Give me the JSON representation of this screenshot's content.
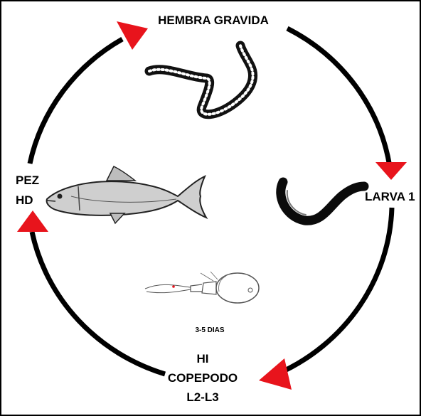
{
  "diagram": {
    "stages": {
      "top": "HEMBRA GRAVIDA",
      "right": "LARVA 1",
      "left_line1": "PEZ",
      "left_line2": "HD",
      "bottom_line1": "HI",
      "bottom_line2": "COPEPODO",
      "bottom_line3": "L2-L3"
    },
    "duration_note": "3-5 DIAS",
    "colors": {
      "arrow": "#e8141c",
      "cycle_line": "#000000"
    },
    "icons": [
      "worm-adult-icon",
      "larva-icon",
      "fish-icon",
      "copepod-icon"
    ]
  }
}
